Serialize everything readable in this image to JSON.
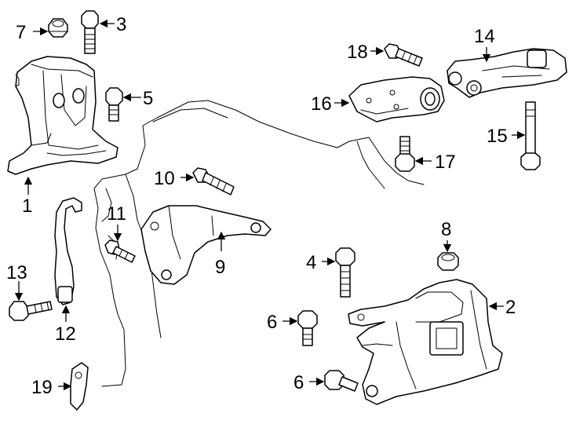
{
  "callouts": [
    {
      "id": "1",
      "label": "1"
    },
    {
      "id": "2",
      "label": "2"
    },
    {
      "id": "3",
      "label": "3"
    },
    {
      "id": "4",
      "label": "4"
    },
    {
      "id": "5",
      "label": "5"
    },
    {
      "id": "6a",
      "label": "6"
    },
    {
      "id": "6b",
      "label": "6"
    },
    {
      "id": "7",
      "label": "7"
    },
    {
      "id": "8",
      "label": "8"
    },
    {
      "id": "9",
      "label": "9"
    },
    {
      "id": "10",
      "label": "10"
    },
    {
      "id": "11",
      "label": "11"
    },
    {
      "id": "12",
      "label": "12"
    },
    {
      "id": "13",
      "label": "13"
    },
    {
      "id": "14",
      "label": "14"
    },
    {
      "id": "15",
      "label": "15"
    },
    {
      "id": "16",
      "label": "16"
    },
    {
      "id": "17",
      "label": "17"
    },
    {
      "id": "18",
      "label": "18"
    },
    {
      "id": "19",
      "label": "19"
    }
  ]
}
